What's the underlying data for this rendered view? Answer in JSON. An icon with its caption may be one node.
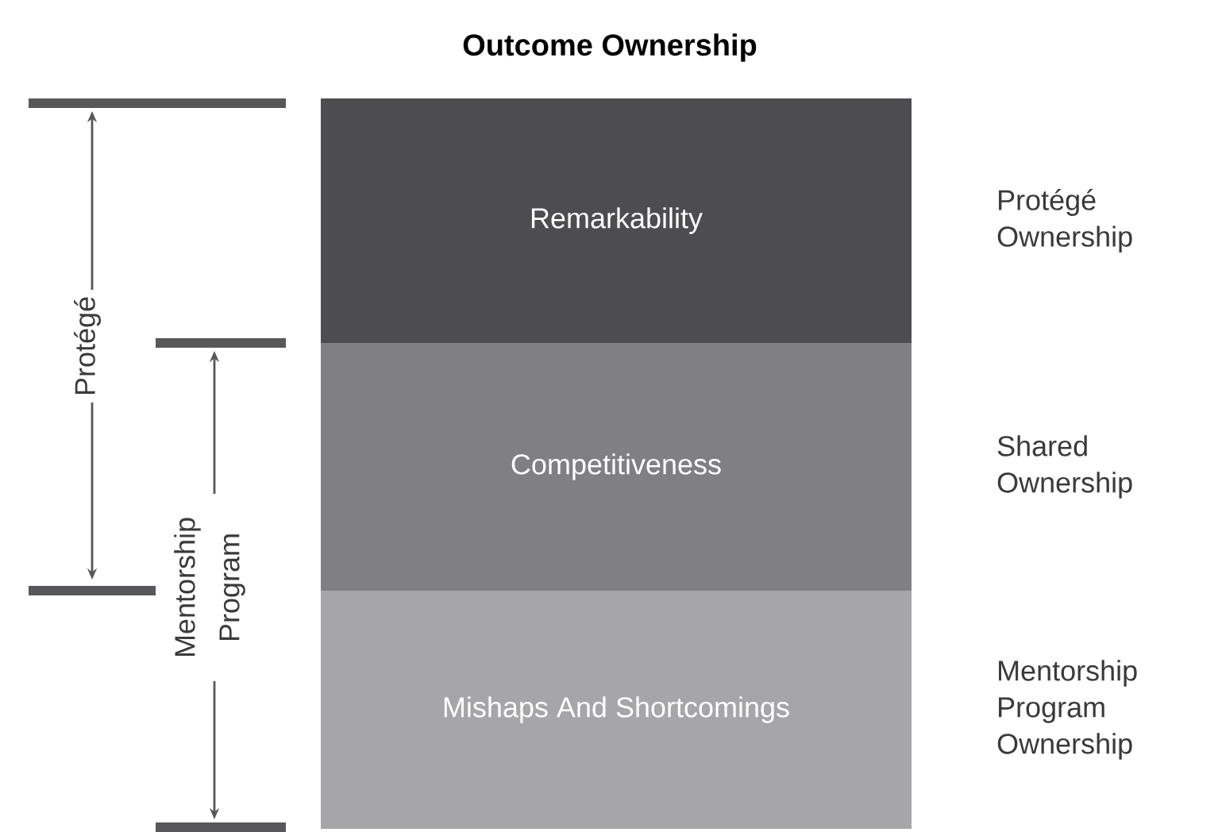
{
  "diagram": {
    "title": "Outcome Ownership",
    "nodes": [
      {
        "text": [
          "Remarkability"
        ],
        "beside": [
          "Protégé Ownership"
        ]
      },
      {
        "text": [
          "Competitiveness"
        ],
        "beside": [
          "Shared Ownership"
        ]
      },
      {
        "text": [
          "Mishaps And Shortcomings"
        ],
        "beside": [
          "Mentorship Program Ownership"
        ]
      }
    ],
    "labels": [
      "Protégé",
      "Mentorship Program"
    ]
  }
}
